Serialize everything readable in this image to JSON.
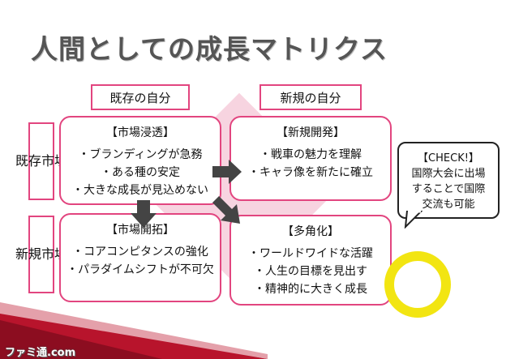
{
  "title": "人間としての成長マトリクス",
  "columns": [
    "既存の自分",
    "新規の自分"
  ],
  "rows": [
    {
      "chars": [
        "既",
        "存",
        "市",
        "場"
      ]
    },
    {
      "chars": [
        "新",
        "規",
        "市",
        "場"
      ]
    }
  ],
  "quadrants": [
    {
      "heading": "【市場浸透】",
      "items": [
        "・ブランディングが急務",
        "・ある種の安定",
        "・大きな成長が見込めない"
      ]
    },
    {
      "heading": "【新規開発】",
      "items": [
        "・戦車の魅力を理解",
        "・キャラ像を新たに確立"
      ]
    },
    {
      "heading": "【市場開拓】",
      "items": [
        "・コアコンピタンスの強化",
        "・パラダイムシフトが不可欠"
      ]
    },
    {
      "heading": "【多角化】",
      "items": [
        "・ワールドワイドな活躍",
        "・人生の目標を見出す",
        "・精神的に大きく成長"
      ]
    }
  ],
  "callout": {
    "lines": [
      "【CHECK!】",
      "国際大会に出場",
      "することで国際",
      "交流も可能"
    ]
  },
  "logo": "ファミ通.com",
  "colors": {
    "accent": "#e2457f",
    "diamond": "#f7d4e0",
    "arrow": "#444444",
    "ring": "#f2e512",
    "stripe": "#b8142c"
  }
}
